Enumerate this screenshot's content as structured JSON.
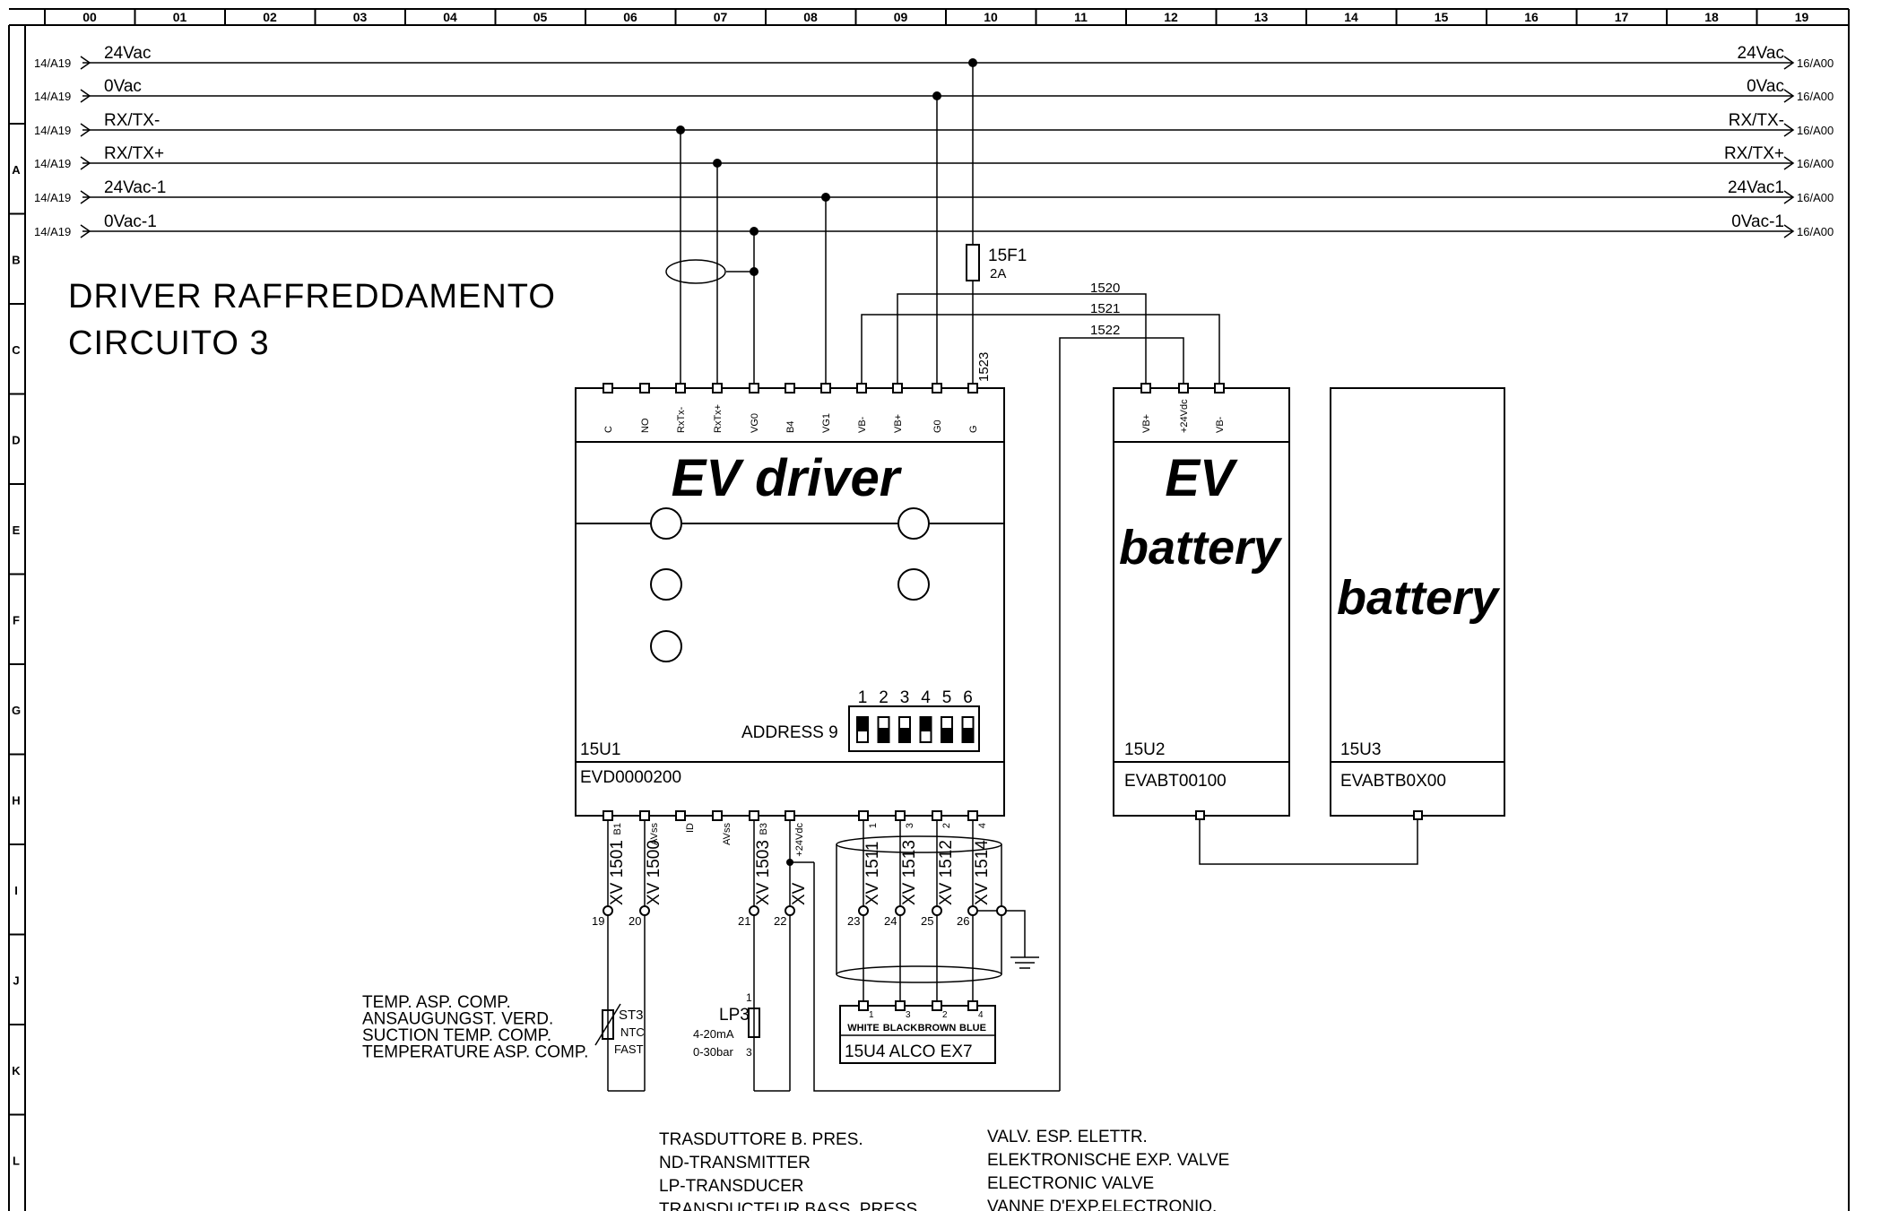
{
  "grid": {
    "columns": [
      "00",
      "01",
      "02",
      "03",
      "04",
      "05",
      "06",
      "07",
      "08",
      "09",
      "10",
      "11",
      "12",
      "13",
      "14",
      "15",
      "16",
      "17",
      "18",
      "19"
    ],
    "rows": [
      "A",
      "B",
      "C",
      "D",
      "E",
      "F",
      "G",
      "H",
      "I",
      "J",
      "K",
      "L"
    ]
  },
  "buses": [
    {
      "ref_in": "14/A19",
      "label_left": "24Vac",
      "label_right": "24Vac",
      "ref_out": "16/A00"
    },
    {
      "ref_in": "14/A19",
      "label_left": "0Vac",
      "label_right": "0Vac",
      "ref_out": "16/A00"
    },
    {
      "ref_in": "14/A19",
      "label_left": "RX/TX-",
      "label_right": "RX/TX-",
      "ref_out": "16/A00"
    },
    {
      "ref_in": "14/A19",
      "label_left": "RX/TX+",
      "label_right": "RX/TX+",
      "ref_out": "16/A00"
    },
    {
      "ref_in": "14/A19",
      "label_left": "24Vac-1",
      "label_right": "24Vac1",
      "ref_out": "16/A00"
    },
    {
      "ref_in": "14/A19",
      "label_left": "0Vac-1",
      "label_right": "0Vac-1",
      "ref_out": "16/A00"
    }
  ],
  "title": {
    "line1": "DRIVER RAFFREDDAMENTO",
    "line2": "CIRCUITO 3"
  },
  "fuse": {
    "id": "15F1",
    "rating": "2A"
  },
  "wires": {
    "w1520": "1520",
    "w1521": "1521",
    "w1522": "1522",
    "w1523": "1523"
  },
  "ev_driver": {
    "title": "EV driver",
    "id": "15U1",
    "model": "EVD0000200",
    "address_label": "ADDRESS 9",
    "dip_numbers": [
      "1",
      "2",
      "3",
      "4",
      "5",
      "6"
    ],
    "top_terminals": [
      "C",
      "NO",
      "RxTx-",
      "RxTx+",
      "VG0",
      "B4",
      "VG1",
      "VB-",
      "VB+",
      "G0",
      "G"
    ],
    "bottom_terminals": [
      "B1",
      "AVss",
      "ID",
      "AVss",
      "B3",
      "+24Vdc",
      "1",
      "3",
      "2",
      "4"
    ]
  },
  "ev_battery": {
    "title_line1": "EV",
    "title_line2": "battery",
    "id": "15U2",
    "model": "EVABT00100",
    "terminals": [
      "VB+",
      "+24Vdc",
      "VB-"
    ]
  },
  "battery": {
    "title": "battery",
    "id": "15U3",
    "model": "EVABTB0X00"
  },
  "cables": {
    "c1501": "XV 1501",
    "c1500": "XV 1500",
    "c1503": "XV 1503",
    "cxv": "XV",
    "c1511": "XV 1511",
    "c1513": "XV 1513",
    "c1512": "XV 1512",
    "c1514": "XV 1514"
  },
  "terminal_numbers": [
    "19",
    "20",
    "21",
    "22",
    "23",
    "24",
    "25",
    "26"
  ],
  "st3": {
    "id": "ST3",
    "type": "NTC",
    "speed": "FAST"
  },
  "st3_desc": [
    "TEMP. ASP. COMP.",
    "ANSAUGUNGST. VERD.",
    "SUCTION TEMP. COMP.",
    "TEMPERATURE ASP. COMP."
  ],
  "lp3": {
    "id": "LP3",
    "signal": "4-20mA",
    "range": "0-30bar",
    "pin1": "1",
    "pin3": "3"
  },
  "lp3_desc": [
    "TRASDUTTORE B. PRES.",
    "ND-TRANSMITTER",
    "LP-TRANSDUCER",
    "TRANSDUCTEUR BASS. PRESS."
  ],
  "valve": {
    "colors": [
      "WHITE",
      "BLACK",
      "BROWN",
      "BLUE"
    ],
    "pins": [
      "1",
      "3",
      "2",
      "4"
    ],
    "label": "15U4 ALCO EX7"
  },
  "valve_desc": [
    "VALV. ESP. ELETTR.",
    "ELEKTRONISCHE EXP. VALVE",
    "ELECTRONIC VALVE",
    "VANNE D'EXP.ELECTRONIQ."
  ]
}
